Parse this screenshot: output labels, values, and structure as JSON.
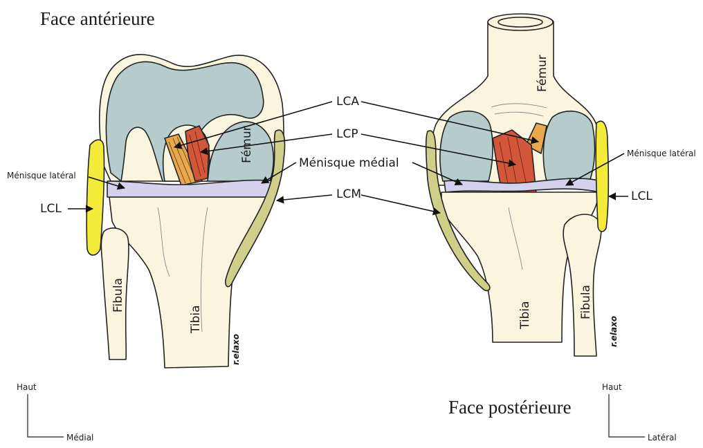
{
  "titles": {
    "anterior": "Face antérieure",
    "posterior": "Face postérieure"
  },
  "labels": {
    "lca": "LCA",
    "lcp": "LCP",
    "lcm": "LCM",
    "menisque_medial": "Ménisque médial",
    "menisque_lateral_left": "Ménisque latéral",
    "menisque_lateral_right": "Ménisque latéral",
    "lcl_left": "LCL",
    "lcl_right": "LCL"
  },
  "bones": {
    "femur_anterior": "Fémur",
    "femur_posterior": "Fémur",
    "tibia_anterior": "Tibia",
    "tibia_posterior": "Tibia",
    "fibula_anterior": "Fibula",
    "fibula_posterior": "Fibula"
  },
  "signature": {
    "left": "r.elaxo",
    "right": "r.elaxo"
  },
  "orientation": {
    "left": {
      "vertical": "Haut",
      "horizontal": "Médial"
    },
    "right": {
      "vertical": "Haut",
      "horizontal": "Latéral"
    }
  },
  "colors": {
    "bone": "#f9f5df",
    "cartilage": "#b6cccc",
    "meniscus": "#d3d1ee",
    "lcl": "#f4ea3a",
    "lcm": "#cfcf8a",
    "cruciate_lca": "#e7a84e",
    "cruciate_lcp": "#d1563a",
    "outline": "#222222"
  }
}
